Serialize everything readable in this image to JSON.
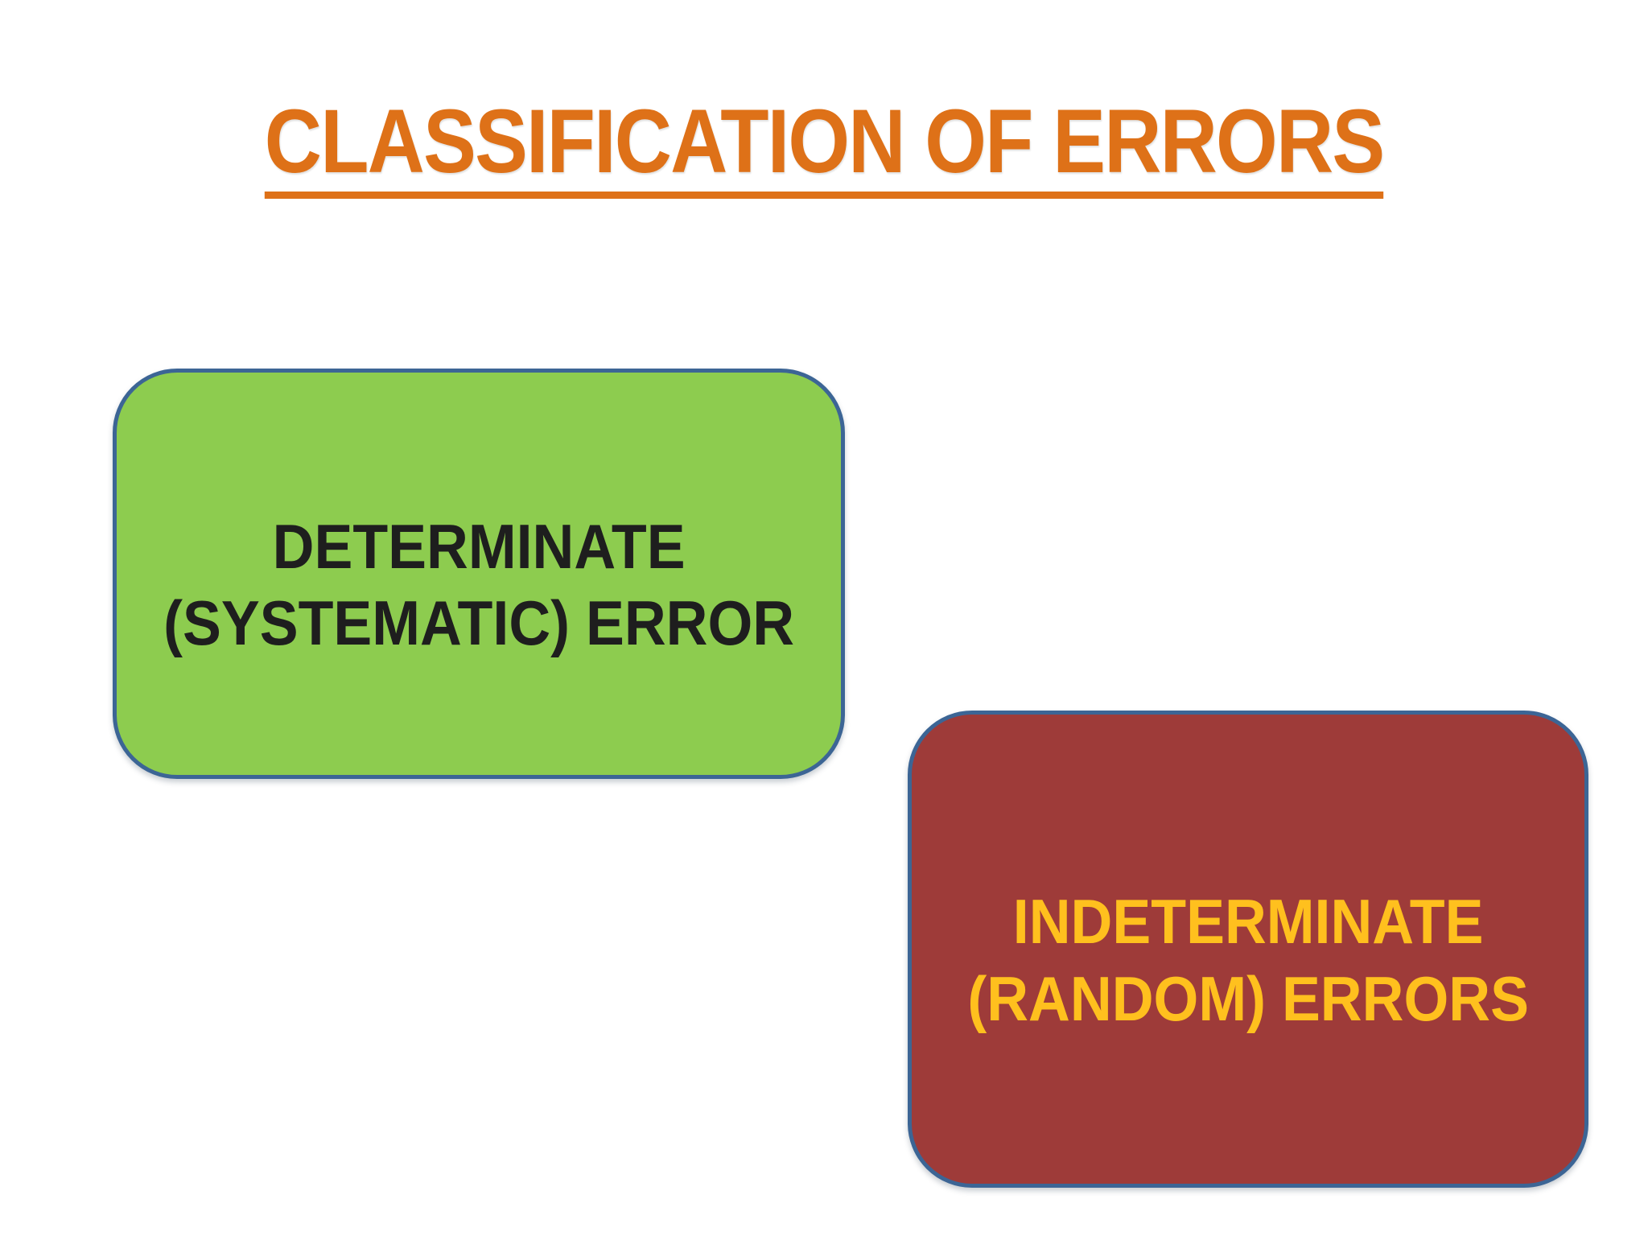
{
  "slide": {
    "title": "CLASSIFICATION OF ERRORS",
    "title_color": "#DE7118",
    "background_color": "#FFFFFF",
    "box_border_color": "#3C6595",
    "boxes": [
      {
        "name": "determinate-systematic-error",
        "line1": "DETERMINATE",
        "line2": "(SYSTEMATIC) ERROR",
        "fill_color": "#8DCC4F",
        "text_color": "#1E1E1E"
      },
      {
        "name": "indeterminate-random-errors",
        "line1": "INDETERMINATE",
        "line2": "(RANDOM) ERRORS",
        "fill_color": "#9E3B39",
        "text_color": "#FFC01E"
      }
    ]
  }
}
